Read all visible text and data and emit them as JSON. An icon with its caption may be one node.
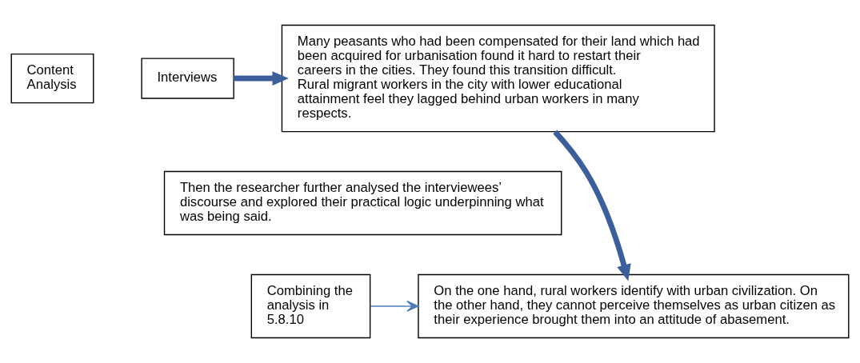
{
  "diagram": {
    "nodes": [
      {
        "text": [
          "Content Analysis"
        ]
      },
      {
        "text": [
          "Interviews"
        ]
      },
      {
        "text": [
          "Many peasants who had been compensated for their land which had been acquired for urbanisation found it hard to restart their careers in the cities. They found this transition difficult. Rural migrant workers in the city with lower educational attainment feel they lagged behind urban workers in many respects."
        ]
      },
      {
        "text": [
          "Then the researcher further analysed the interviewees’ discourse and explored their practical logic underpinning what was being said."
        ]
      },
      {
        "text": [
          "Combining the analysis in 5.8.10"
        ]
      },
      {
        "text": [
          "On the one hand, rural workers identify with urban civilization. On the other hand, they cannot perceive themselves as urban citizen as their experience brought them into an attitude of abasement."
        ]
      }
    ],
    "edges": [
      {
        "from": 1,
        "to": 2,
        "arrow": "to"
      },
      {
        "from": 2,
        "to": 5,
        "arrow": "to"
      },
      {
        "from": 4,
        "to": 5,
        "arrow": "to",
        "color": "#4a7ebb"
      }
    ]
  }
}
